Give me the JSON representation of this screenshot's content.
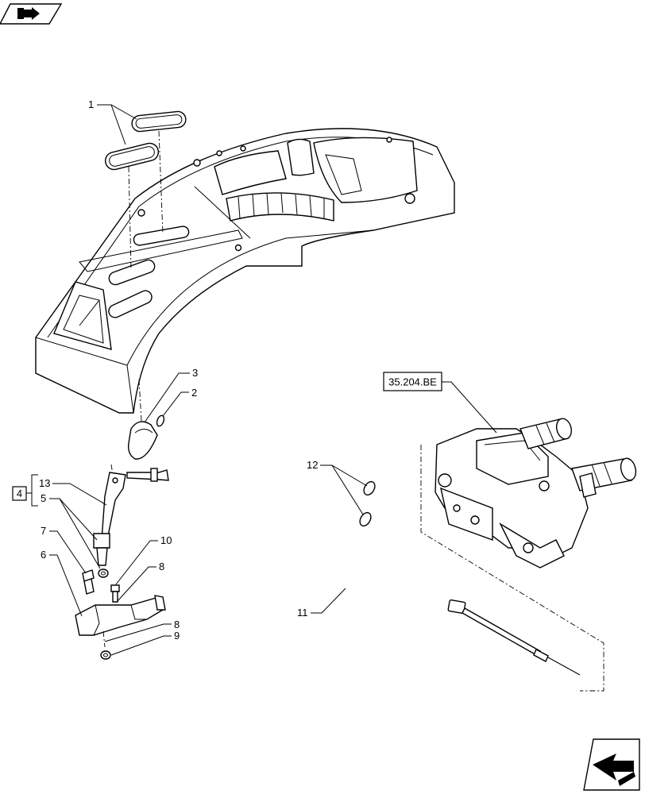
{
  "navigation": {
    "prev_icon": "book-arrow-icon",
    "next_icon": "next-page-arrow-icon"
  },
  "reference_box": {
    "label": "35.204.BE"
  },
  "group_box": {
    "label": "4"
  },
  "callouts": {
    "c1": "1",
    "c2": "2",
    "c3": "3",
    "c5": "5",
    "c6": "6",
    "c7": "7",
    "c8a": "8",
    "c8b": "8",
    "c9": "9",
    "c10": "10",
    "c11": "11",
    "c12": "12",
    "c13": "13"
  },
  "colors": {
    "line": "#000000",
    "background": "#ffffff"
  }
}
